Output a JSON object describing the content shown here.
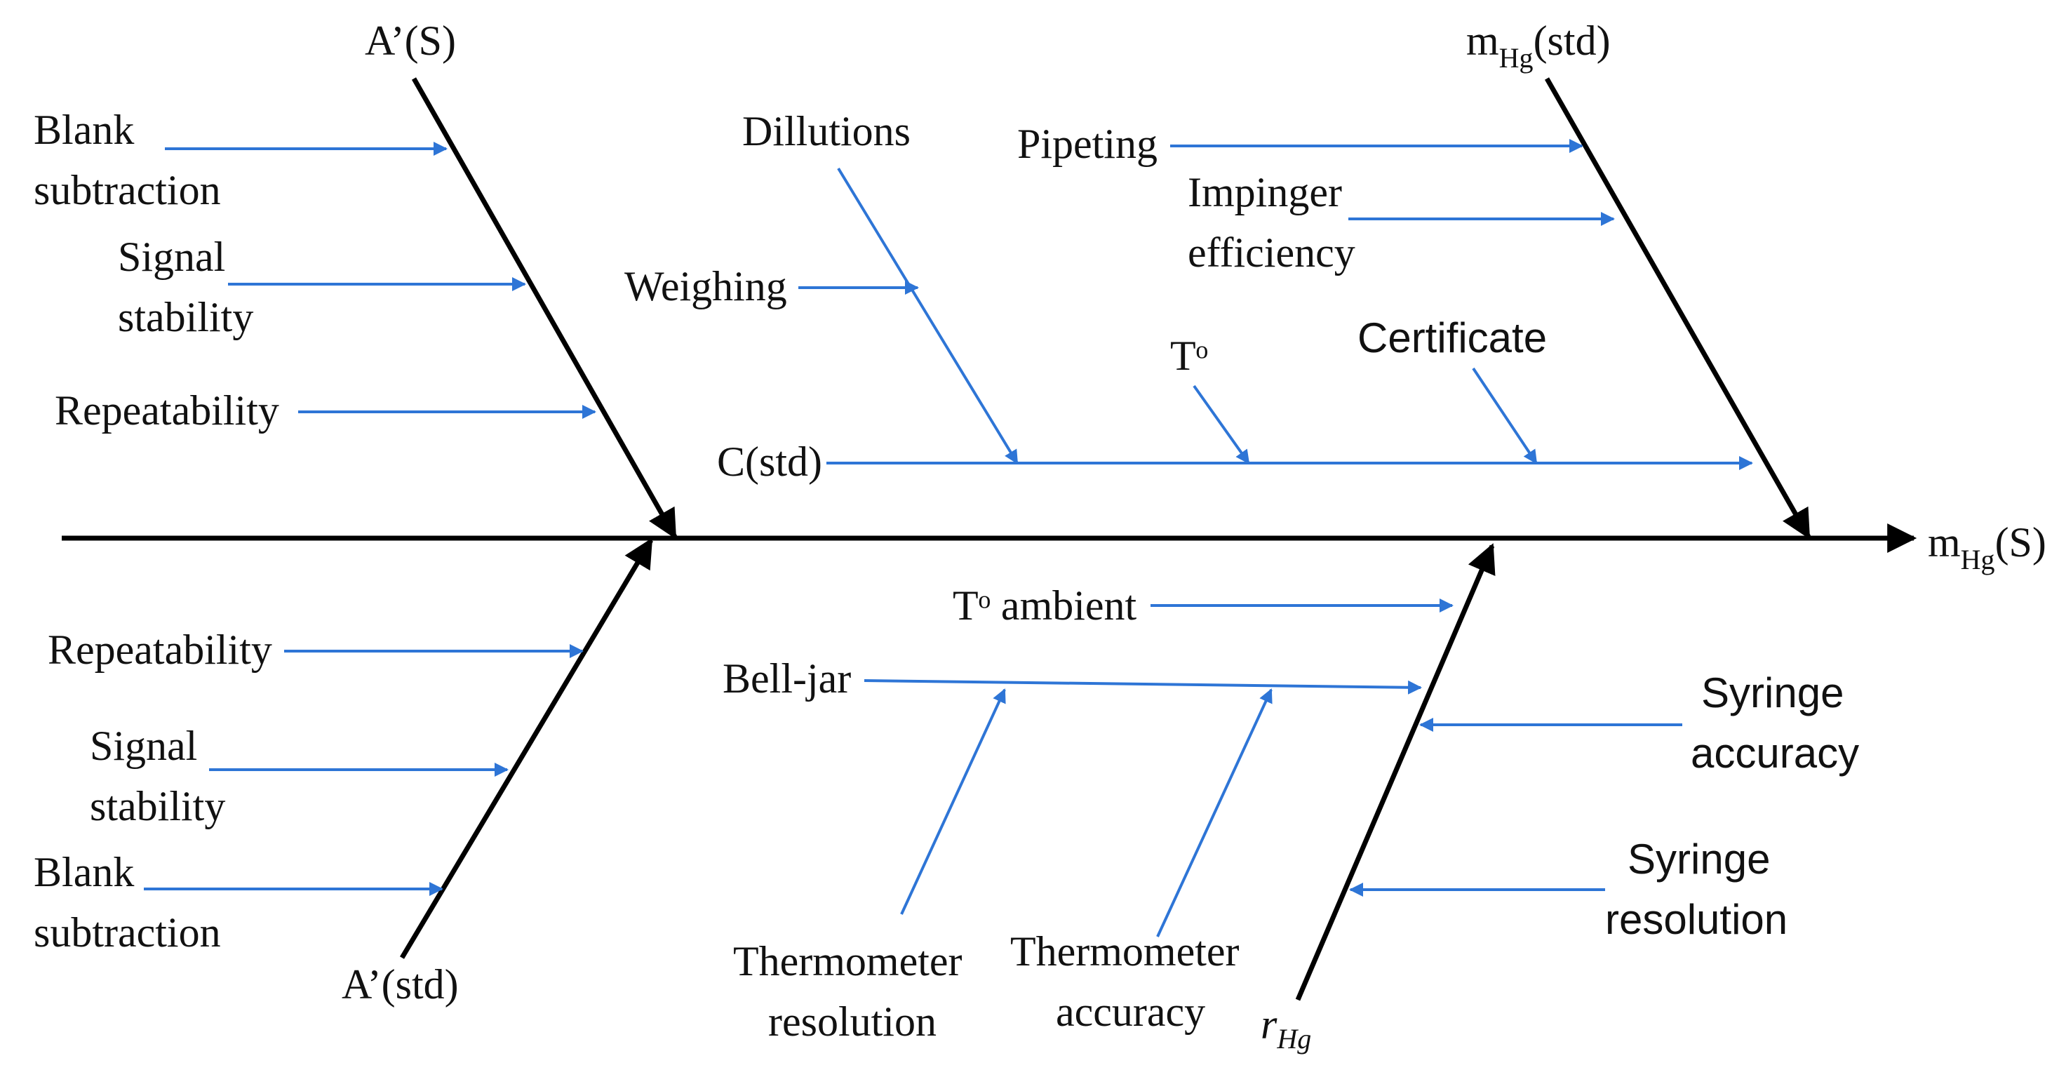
{
  "colors": {
    "main_line": "#000000",
    "cause_arrow": "#2e75d6"
  },
  "effect": {
    "main": "m",
    "sub": "Hg",
    "tail": "(S)"
  },
  "branches": {
    "as": {
      "label": "A’(S)"
    },
    "mhgstd": {
      "main": "m",
      "sub": "Hg",
      "tail": "(std)"
    },
    "astd": {
      "label": "A’(std)"
    },
    "rhg": {
      "main": "r",
      "sub": "Hg"
    }
  },
  "causes": {
    "as_blank": [
      "Blank",
      "subtraction"
    ],
    "as_signal": [
      "Signal",
      "stability"
    ],
    "as_repeat": "Repeatability",
    "dilutions": "Dillutions",
    "weighing": "Weighing",
    "cstd": "C(std)",
    "temp": "Tᵒ",
    "certificate": "Certificate",
    "pipeting": "Pipeting",
    "impinger": [
      "Impinger",
      "efficiency"
    ],
    "astd_repeat": "Repeatability",
    "astd_signal": [
      "Signal",
      "stability"
    ],
    "astd_blank": [
      "Blank",
      "subtraction"
    ],
    "temp_ambient": "Tᵒ ambient",
    "belljar": "Bell-jar",
    "therm_res": [
      "Thermometer",
      "resolution"
    ],
    "therm_acc": [
      "Thermometer",
      "accuracy"
    ],
    "syr_acc": [
      "Syringe",
      "accuracy"
    ],
    "syr_res": [
      "Syringe",
      "resolution"
    ]
  }
}
